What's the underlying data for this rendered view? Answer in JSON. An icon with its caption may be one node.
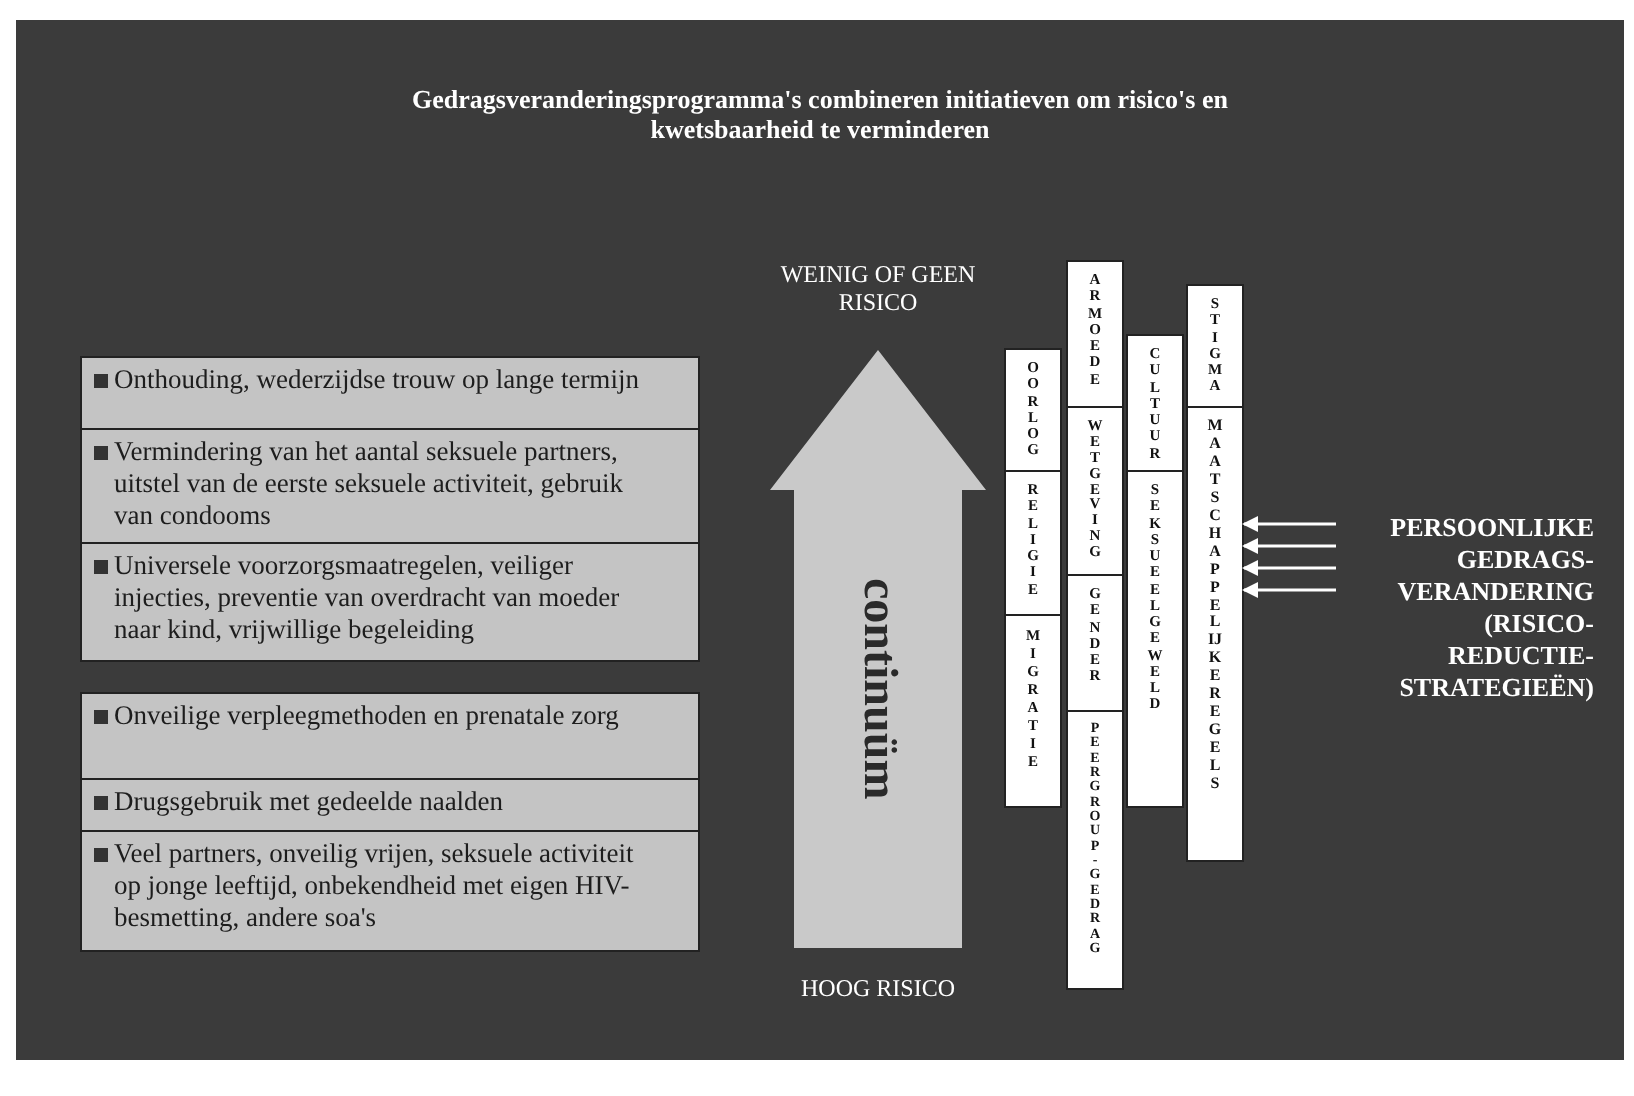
{
  "diagram": {
    "title": "Gedragsveranderingsprogramma's combineren initiatieven om risico's en kwetsbaarheid te verminderen",
    "nodes": [
      {
        "text": [
          "Onthouding, wederzijdse trouw op lange termijn"
        ]
      },
      {
        "text": [
          "Vermindering van het aantal seksuele partners, uitstel van de eerste seksuele activiteit, gebruik van condooms"
        ]
      },
      {
        "text": [
          "Universele voorzorgsmaatregelen, veiliger injecties, preventie van overdracht van moeder naar kind, vrijwillige begeleiding"
        ]
      },
      {
        "text": [
          "Onveilige verpleegmethoden en prenatale zorg"
        ]
      },
      {
        "text": [
          "Drugsgebruik met gedeelde naalden"
        ]
      },
      {
        "text": [
          "Veel partners, onveilig vrijen, seksuele activiteit op jonge leeftijd, onbekendheid met eigen HIV-besmetting, andere soa's"
        ]
      },
      {
        "text": [
          "continuüm"
        ],
        "beside": [
          "WEINIG OF GEEN RISICO",
          "HOOG RISICO"
        ]
      },
      {
        "text": [
          "OORLOG"
        ]
      },
      {
        "text": [
          "RELIGIE"
        ]
      },
      {
        "text": [
          "MIGRATIE"
        ]
      },
      {
        "text": [
          "ARMOEDE"
        ]
      },
      {
        "text": [
          "WETGEVING"
        ]
      },
      {
        "text": [
          "GENDER"
        ]
      },
      {
        "text": [
          "PEERGROUP - GEDRAG"
        ]
      },
      {
        "text": [
          "CULTUUR"
        ]
      },
      {
        "text": [
          "SEKSUEEL GEWELD"
        ]
      },
      {
        "text": [
          "STIGMA"
        ]
      },
      {
        "text": [
          "MAATSCHAPPELIJKE REGELS"
        ]
      },
      {
        "text": [
          "PERSOONLIJKE GEDRAGS-VERANDERING (RISICO-REDUCTIE-STRATEGIEËN)"
        ]
      }
    ],
    "edges": [
      {
        "from": 18,
        "to": 17,
        "arrow": "to"
      },
      {
        "from": 18,
        "to": 17,
        "arrow": "to"
      },
      {
        "from": 18,
        "to": 17,
        "arrow": "to"
      },
      {
        "from": 18,
        "to": 17,
        "arrow": "to"
      }
    ]
  }
}
